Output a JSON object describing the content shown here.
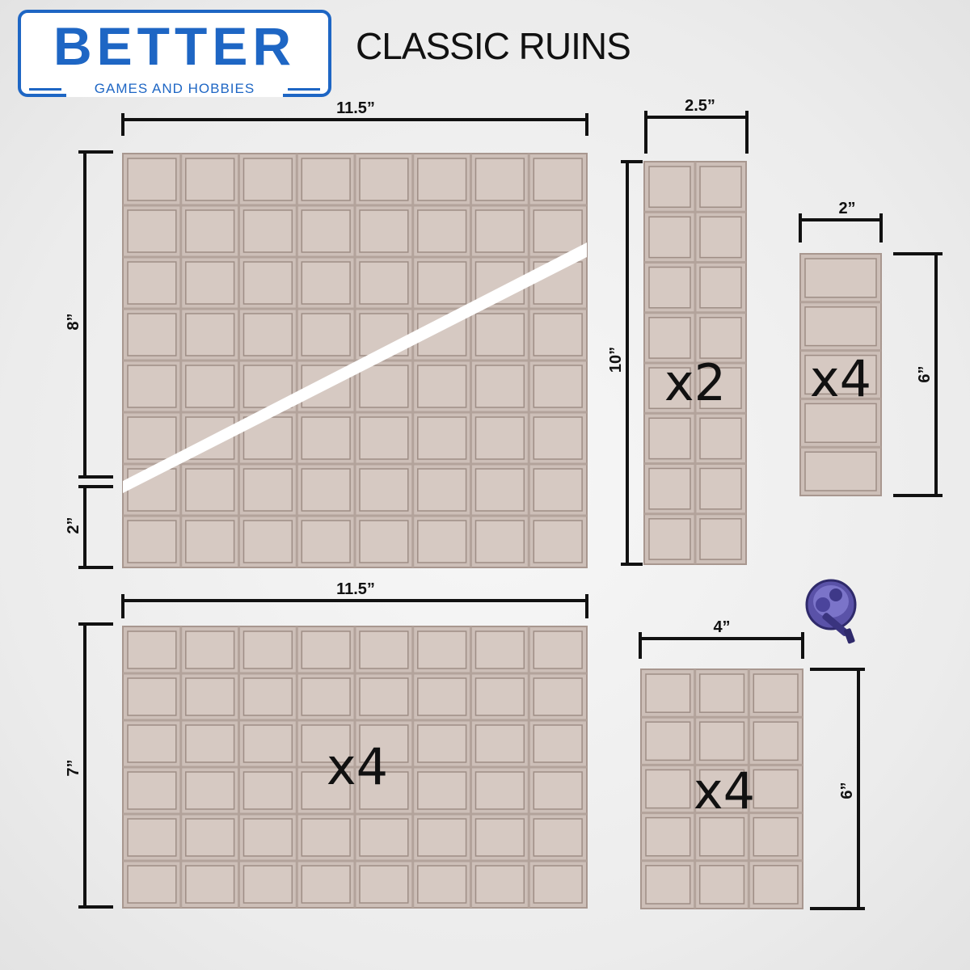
{
  "logo": {
    "main": "BETTER",
    "sub": "GAMES AND HOBBIES",
    "color": "#1e66c4"
  },
  "title": "CLASSIC RUINS",
  "tile_color": "#cdbfb8",
  "labels": {
    "big_width": "11.5”",
    "big_height": "8”",
    "big_step": "2”",
    "tall_width": "2.5”",
    "tall_height": "10”",
    "tall_qty": "x2",
    "small_width": "2”",
    "small_height": "6”",
    "small_qty": "x4",
    "wide_width": "11.5”",
    "wide_height": "7”",
    "wide_qty": "x4",
    "mid_width": "4”",
    "mid_height": "6”",
    "mid_qty": "x4"
  },
  "figure_icon": "miniature-figure-icon"
}
